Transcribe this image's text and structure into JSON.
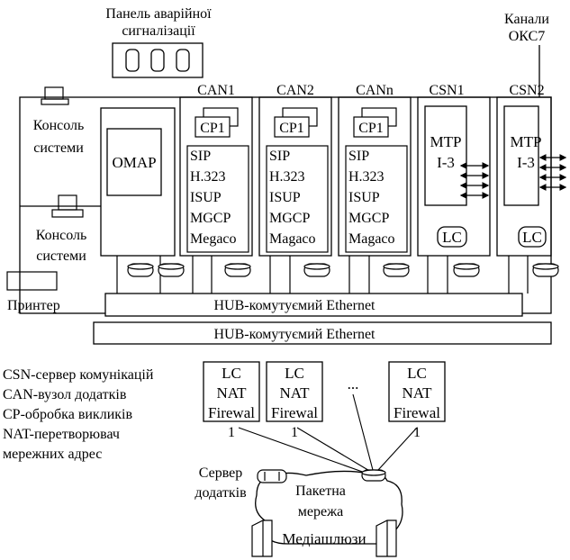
{
  "alarm_panel": {
    "line1": "Панель аварійної",
    "line2": "сигналізації"
  },
  "ss7": {
    "line1": "Канали",
    "line2": "ОКС7"
  },
  "console1": {
    "line1": "Консоль",
    "line2": "системи"
  },
  "console2": {
    "line1": "Консоль",
    "line2": "системи"
  },
  "printer": "Принтер",
  "omap": "OMAP",
  "can_units": [
    {
      "name": "CAN1",
      "cp": "CP1",
      "protocols": [
        "SIP",
        "H.323",
        "ISUP",
        "MGCP",
        "Megaco"
      ]
    },
    {
      "name": "CAN2",
      "cp": "CP1",
      "protocols": [
        "SIP",
        "H.323",
        "ISUP",
        "MGCP",
        "Magaco"
      ]
    },
    {
      "name": "CANn",
      "cp": "CP1",
      "protocols": [
        "SIP",
        "H.323",
        "ISUP",
        "MGCP",
        "Magaco"
      ]
    }
  ],
  "csn_units": [
    {
      "name": "CSN1",
      "mtp1": "MTP",
      "mtp2": "I-3",
      "lc": "LC"
    },
    {
      "name": "CSN2",
      "mtp1": "MTP",
      "mtp2": "I-3",
      "lc": "LC"
    }
  ],
  "hub1": "HUB-комутуємий Ethernet",
  "hub2": "HUB-комутуємий Ethernet",
  "legend": [
    "CSN-сервер комунікацій",
    "CAN-вузол додатків",
    "CP-обробка викликів",
    "NAT-перетворювач",
    "мережних адрес"
  ],
  "lc_boxes": [
    {
      "l1": "LC",
      "l2": "NAT",
      "l3": "Firewal",
      "num": "1"
    },
    {
      "l1": "LC",
      "l2": "NAT",
      "l3": "Firewal",
      "num": "1"
    },
    {
      "l1": "LC",
      "l2": "NAT",
      "l3": "Firewal",
      "num": "1"
    }
  ],
  "ellipsis": "...",
  "app_server": {
    "line1": "Сервер",
    "line2": "додатків"
  },
  "packet_net": {
    "line1": "Пакетна",
    "line2": "мережа"
  },
  "media_gw": "Медіашлюзи"
}
